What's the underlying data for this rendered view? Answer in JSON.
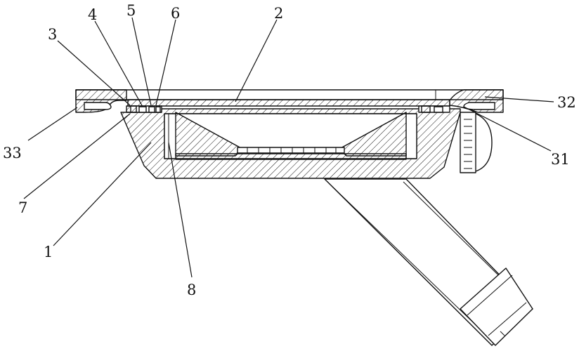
{
  "callouts": [
    {
      "id": "label-1",
      "text": "1"
    },
    {
      "id": "label-2",
      "text": "2"
    },
    {
      "id": "label-3",
      "text": "3"
    },
    {
      "id": "label-4",
      "text": "4"
    },
    {
      "id": "label-5",
      "text": "5"
    },
    {
      "id": "label-6",
      "text": "6"
    },
    {
      "id": "label-7",
      "text": "7"
    },
    {
      "id": "label-8",
      "text": "8"
    },
    {
      "id": "label-31",
      "text": "31"
    },
    {
      "id": "label-32",
      "text": "32"
    },
    {
      "id": "label-33",
      "text": "33"
    }
  ],
  "colors": {
    "line": "#111111",
    "background": "#ffffff"
  }
}
